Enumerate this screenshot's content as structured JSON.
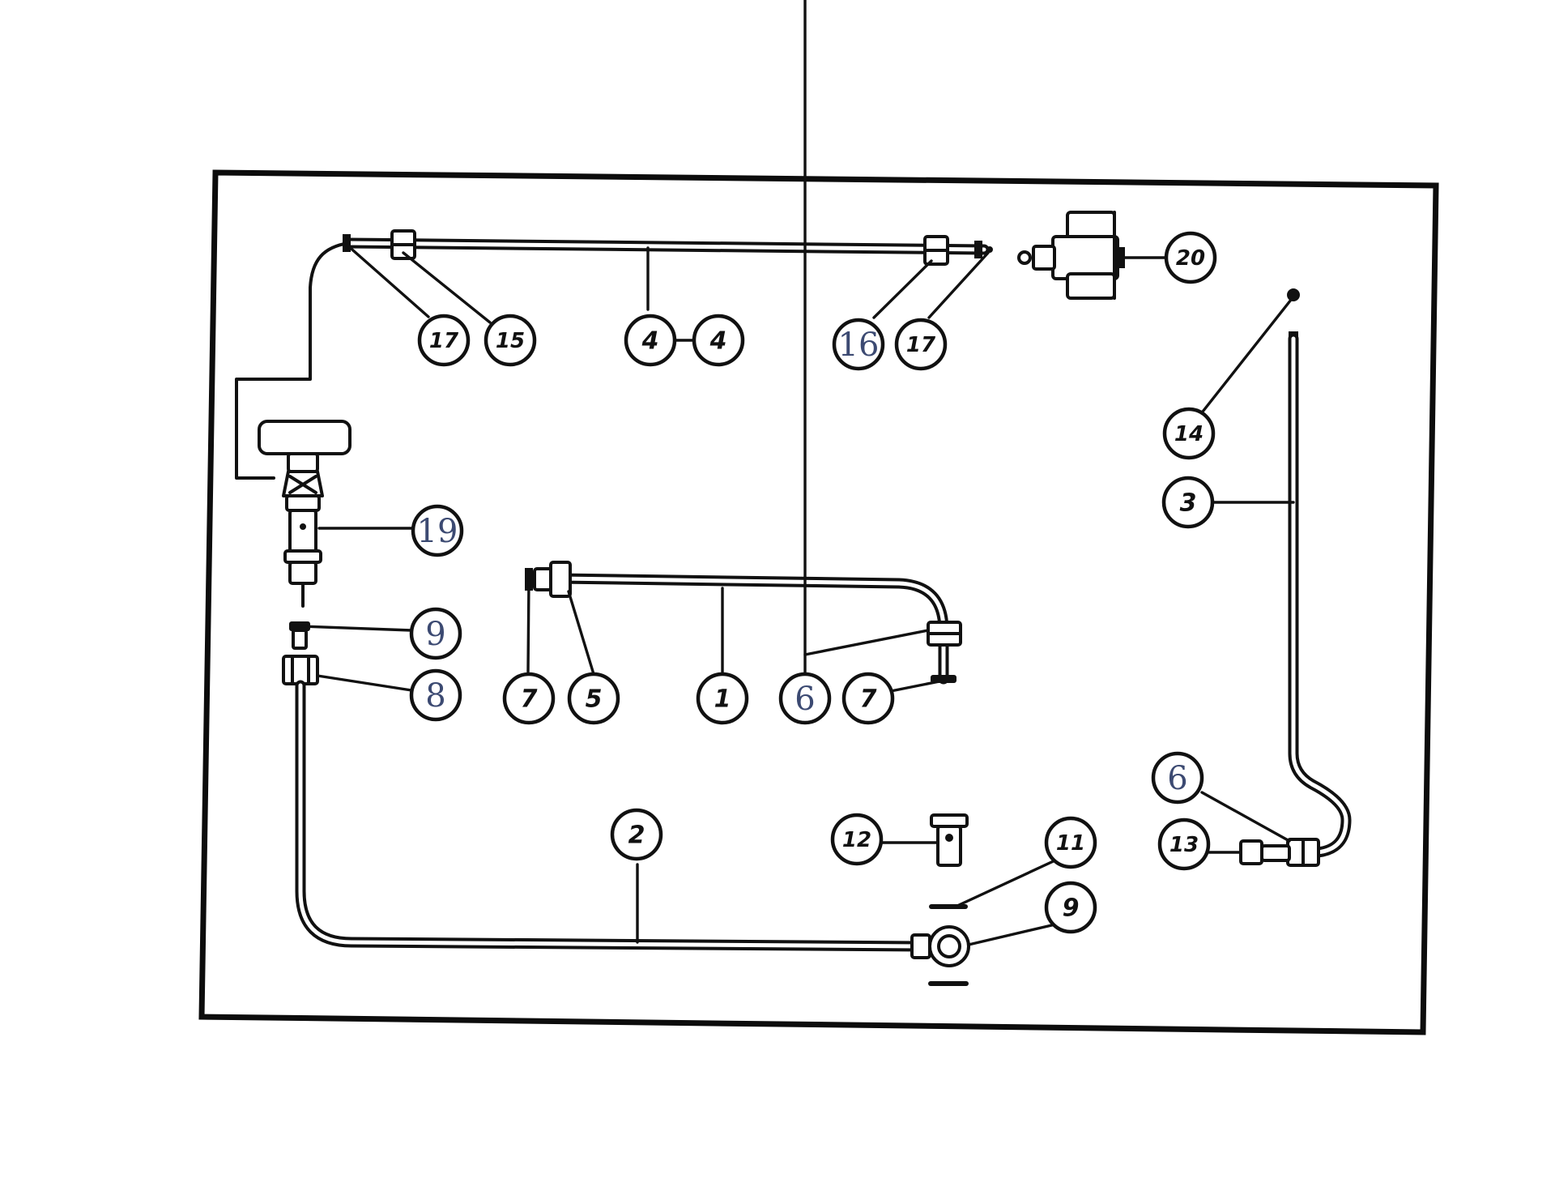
{
  "diagram": {
    "callouts": [
      {
        "id": "c17a",
        "label": "17",
        "style": "print"
      },
      {
        "id": "c15",
        "label": "15",
        "style": "print"
      },
      {
        "id": "c4a",
        "label": "4",
        "style": "print"
      },
      {
        "id": "c4b",
        "label": "4",
        "style": "print"
      },
      {
        "id": "c16",
        "label": "16",
        "style": "handwritten"
      },
      {
        "id": "c17b",
        "label": "17",
        "style": "print"
      },
      {
        "id": "c20",
        "label": "20",
        "style": "print"
      },
      {
        "id": "c14",
        "label": "14",
        "style": "print"
      },
      {
        "id": "c3",
        "label": "3",
        "style": "print"
      },
      {
        "id": "c19",
        "label": "19",
        "style": "handwritten"
      },
      {
        "id": "c9a",
        "label": "9",
        "style": "handwritten"
      },
      {
        "id": "c8",
        "label": "8",
        "style": "handwritten"
      },
      {
        "id": "c7a",
        "label": "7",
        "style": "print"
      },
      {
        "id": "c5",
        "label": "5",
        "style": "print"
      },
      {
        "id": "c1",
        "label": "1",
        "style": "print"
      },
      {
        "id": "c6a",
        "label": "6",
        "style": "handwritten"
      },
      {
        "id": "c7b",
        "label": "7",
        "style": "print"
      },
      {
        "id": "c6b",
        "label": "6",
        "style": "handwritten"
      },
      {
        "id": "c13",
        "label": "13",
        "style": "print"
      },
      {
        "id": "c2",
        "label": "2",
        "style": "print"
      },
      {
        "id": "c12",
        "label": "12",
        "style": "print"
      },
      {
        "id": "c11",
        "label": "11",
        "style": "print"
      },
      {
        "id": "c9b",
        "label": "9",
        "style": "print"
      }
    ]
  }
}
